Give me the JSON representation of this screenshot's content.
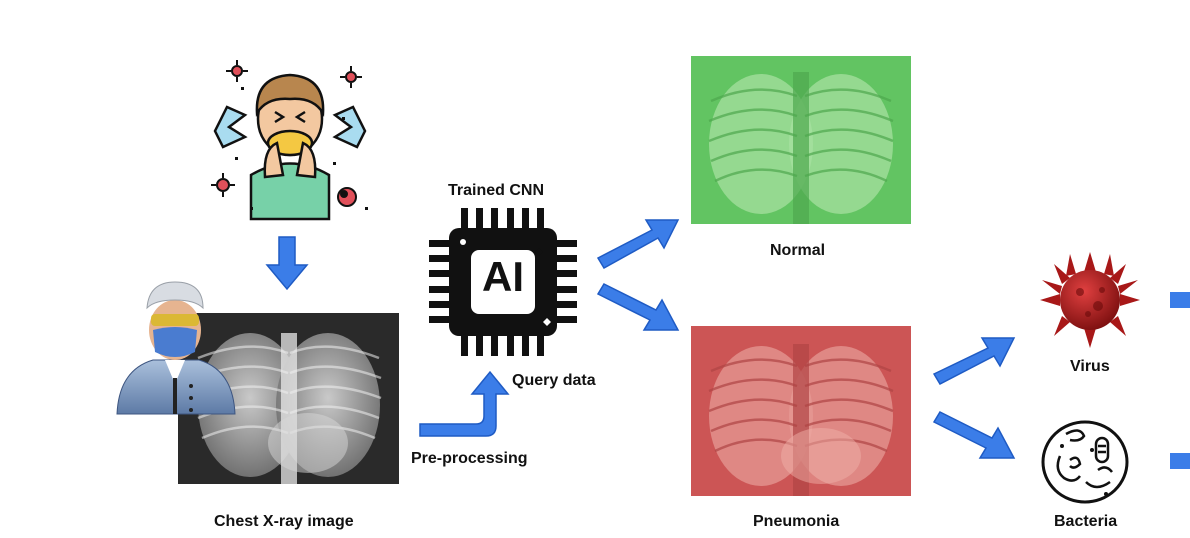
{
  "labels": {
    "trained_cnn": "Trained CNN",
    "ai_chip": "AI",
    "query_data": "Query data",
    "pre_processing": "Pre-processing",
    "chest_xray": "Chest X-ray image",
    "normal": "Normal",
    "pneumonia": "Pneumonia",
    "virus": "Virus",
    "bacteria": "Bacteria"
  },
  "colors": {
    "arrow": "#3b7de8",
    "arrow_outline": "#1f5bc4",
    "normal_tint": "#5cc85c",
    "pneumonia_tint": "#d05050",
    "virus": "#b81c1c",
    "chip": "#111111"
  },
  "icons": {
    "sick_person": "sick-person-sneezing-icon",
    "doctor": "doctor-avatar-icon",
    "chip": "ai-chip-icon",
    "virus": "virus-icon",
    "bacteria": "bacteria-icon"
  }
}
